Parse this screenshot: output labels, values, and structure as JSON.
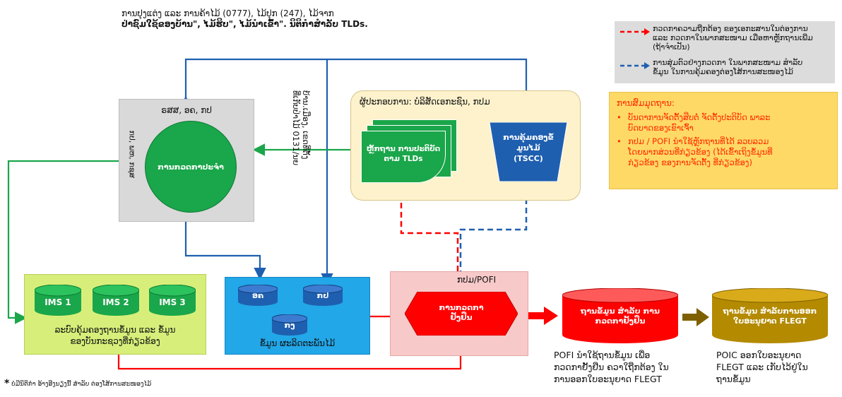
{
  "top_note": {
    "line1": "ການປຸງແຕ່ງ ແລະ ການຄ້າໄມ້  (0777), ໄມ້ປຸກ (247), ໄມ້ຈາກ",
    "line2": "ປ່າຊົມໃຊ້ຂອງບ້ານ\", ໄມ້ຮິບ\", ໄມ້ນຳເຂົ້າ\". ນິຕິກຳສຳລັບ TLDs."
  },
  "legend": {
    "red_line_1": "ກວດກາຄວາມຖືກຕ້ອງ ຂອງເອກະສານໃນຕ່ອງການ",
    "red_line_2": "ແລະ ກວດກາໃນພາກສະໜາມ ເມື່ອຫາຫຼັກຖານເພີ່ມ",
    "red_line_3": "(ຖ້າຈຳເປັນ)",
    "blue_line_1": "ການສຸ່ມຕົວຢ່າງກວດກາ ໃນພາກສະໜາມ ສຳລັບ",
    "blue_line_2": "ຂໍ້ມູນ ໃນການຄຸ້ມຄອງຕ່ອງໂສ້ການສະໜອງໄມ້"
  },
  "note_box": {
    "title": "ການສົມມຸດຖານ:",
    "bullet1_line1": "ບັນດາການຈັດຕັ້ງສືບຕໍ່ ຈັດຕັ້ງປະຕິບັດ ພາລະ",
    "bullet1_line2": "ບົດບາດຂອງເຂົາເຈົ້າ",
    "bullet2_line1": "ກປມ / POFI ນຳໃຊ້ຫຼັກຖານທີ່ໄດ້ ລວບລວມ",
    "bullet2_line2": "ໂດຍພາກສ່ວນທີ່ກ່ຽວຂ້ອງ (ໄດ້ເຂົ້າເຖິງຂໍ້ມູນທີ່",
    "bullet2_line3": "ກ່ຽວຂ້ອງ ຂອງການຈັດຕັ້ງ ທີ່ກ່ຽວຂ້ອງ)"
  },
  "gray_box": {
    "title": "ຣສສ, ອຄ, ກປ",
    "side_label": "ກປ, ພຫ, ກຊສ",
    "circle_label": "ການກວດກາປະຈຳ"
  },
  "vertical_note": {
    "line1": "ບ້ານ.ເມືອງ, ເຂດທີ່ຕັ້ງ",
    "line2": "ທີ່ເກັບປ່າໄມ້ 0131/ນຍ"
  },
  "yellow_box": {
    "title": "ຜູ້ປະກອບການ: ບໍລິສັດເອກະຊົນ, ກປມ",
    "docs_label_line1": "ຫຼັກຖານ ການປະຕິບັດ",
    "docs_label_line2": "ຕາມ TLDs",
    "tscc_line1": "ການຄຸ້ມຄອງຂໍ້",
    "tscc_line2": "ມູນໄມ້",
    "tscc_line3": "(TSCC)"
  },
  "lime_box": {
    "ims1": "IMS 1",
    "ims2": "IMS 2",
    "ims3": "IMS 3",
    "label_line1": "ລະບົບຄຸ້ມຄອງຖານຂໍ້ມູນ  ແລະ  ຂໍ້ມູນ",
    "label_line2": "ຂອງບັນກະຊວງທີ່ກ່ຽວຂ້ອງ"
  },
  "cyan_box": {
    "db1": "ອຄ",
    "db2": "ກປ",
    "db3": "ກງ",
    "label": "ຂໍ້ມູນ ຜະລິດຕະພັນໄມ້"
  },
  "pink_box": {
    "title": "ກປມ/POFI",
    "hex_line1": "ການກວດກາ",
    "hex_line2": "ຢັ້ງຢືນ"
  },
  "red_db": {
    "line1": "ຖານຂໍ້ມູນ ສຳລັບ ການ",
    "line2": "ກວດກາຢັ້ງຢືນ"
  },
  "olive_db": {
    "line1": "ຖານຂໍ້ມູນ ສຳລັບການອອກ",
    "line2": "ໃບອະນຸຍາດ FLEGT"
  },
  "caption_pofi": {
    "line1": "POFI ນຳໃຊ້ຖານຂໍ້ມູນ ເພື່ອ",
    "line2": "ກວດກາຢັ້ງຢືນ ຄວາໃຖືກຕ້ອງ ໃນ",
    "line3": "ການອອກໃບອະນຸຍາດ FLEGT"
  },
  "caption_poic": {
    "line1": "POIC  ອອກໃບອະນຸຍາດ",
    "line2": "FLEGT  ແລະ ເກັບໄວ້ຢູ່ໃນ",
    "line3": "ຖານຂໍ້ມູນ"
  },
  "footnote": {
    "star": "*",
    "text": "ບໍມີນິຕິກຳ ອ້າງອີງນຽງນີ້ ສຳລັບ ຕ່ອງໂສ້ການສະໜອງໄມ້"
  },
  "colors": {
    "red": "#ff0000",
    "blue": "#1f5fb0",
    "green": "#1aa64a",
    "cyan": "#22a7e8",
    "olive": "#7f6000"
  }
}
